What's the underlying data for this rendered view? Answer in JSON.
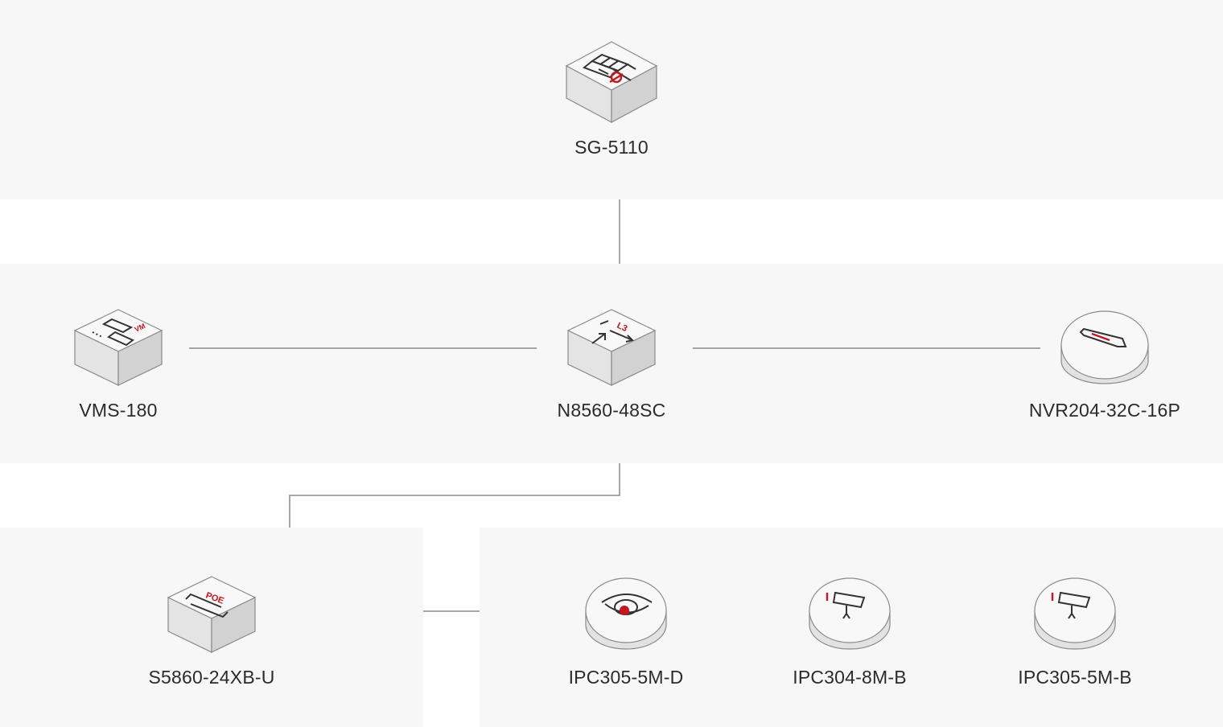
{
  "diagram": {
    "nodes": {
      "firewall": {
        "label": "SG-5110",
        "icon": "firewall-icon",
        "shape": "cube"
      },
      "core_switch": {
        "label": "N8560-48SC",
        "icon": "l3-switch-icon",
        "shape": "cube"
      },
      "vms": {
        "label": "VMS-180",
        "icon": "vms-server-icon",
        "shape": "cube"
      },
      "nvr": {
        "label": "NVR204-32C-16P",
        "icon": "nvr-icon",
        "shape": "cylinder"
      },
      "poe_switch": {
        "label": "S5860-24XB-U",
        "icon": "poe-switch-icon",
        "shape": "cube"
      },
      "cam1": {
        "label": "IPC305-5M-D",
        "icon": "dome-camera-icon",
        "shape": "cylinder"
      },
      "cam2": {
        "label": "IPC304-8M-B",
        "icon": "bullet-camera-icon",
        "shape": "cylinder"
      },
      "cam3": {
        "label": "IPC305-5M-B",
        "icon": "bullet-camera-icon",
        "shape": "cylinder"
      }
    },
    "links": [
      [
        "firewall",
        "core_switch"
      ],
      [
        "vms",
        "core_switch"
      ],
      [
        "core_switch",
        "nvr"
      ],
      [
        "core_switch",
        "poe_switch"
      ],
      [
        "poe_switch",
        "cameras"
      ]
    ],
    "icon_text": {
      "poe": "POE",
      "l3": "L3"
    },
    "colors": {
      "accent": "#c8141e",
      "line": "#8a8a8a",
      "band": "#f7f7f7"
    }
  }
}
